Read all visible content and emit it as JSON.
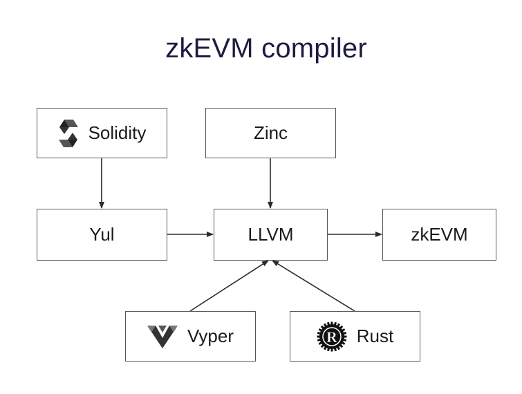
{
  "title": "zkEVM compiler",
  "nodes": {
    "solidity": {
      "label": "Solidity",
      "icon": "solidity-logo-icon"
    },
    "zinc": {
      "label": "Zinc"
    },
    "yul": {
      "label": "Yul"
    },
    "llvm": {
      "label": "LLVM"
    },
    "zkevm": {
      "label": "zkEVM"
    },
    "vyper": {
      "label": "Vyper",
      "icon": "vyper-logo-icon"
    },
    "rust": {
      "label": "Rust",
      "icon": "rust-logo-icon"
    }
  },
  "edges": [
    {
      "from": "Solidity",
      "to": "Yul"
    },
    {
      "from": "Zinc",
      "to": "LLVM"
    },
    {
      "from": "Yul",
      "to": "LLVM"
    },
    {
      "from": "LLVM",
      "to": "zkEVM"
    },
    {
      "from": "Vyper",
      "to": "LLVM"
    },
    {
      "from": "Rust",
      "to": "LLVM"
    }
  ],
  "colors": {
    "title": "#1c1c42",
    "stroke": "#2a2a2a",
    "box_border": "#555555"
  }
}
